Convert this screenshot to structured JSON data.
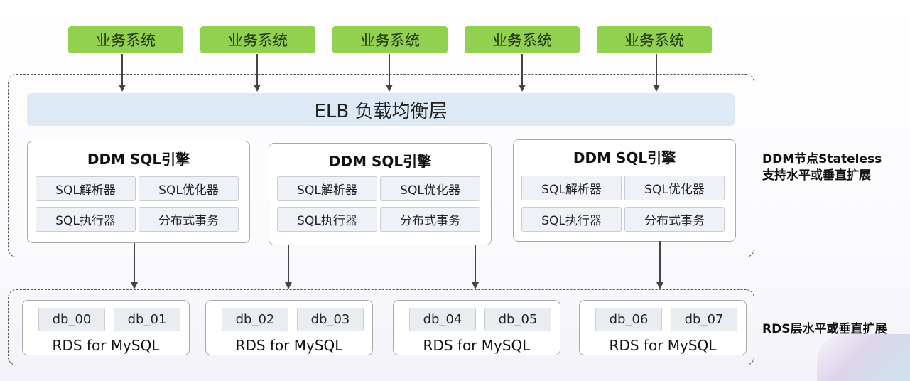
{
  "business_systems": [
    "业务系统",
    "业务系统",
    "业务系统",
    "业务系统",
    "业务系统"
  ],
  "elb_label": "ELB 负载均衡层",
  "engines": [
    {
      "title": "DDM SQL引擎",
      "cells": [
        "SQL解析器",
        "SQL优化器",
        "SQL执行器",
        "分布式事务"
      ]
    },
    {
      "title": "DDM SQL引擎",
      "cells": [
        "SQL解析器",
        "SQL优化器",
        "SQL执行器",
        "分布式事务"
      ]
    },
    {
      "title": "DDM SQL引擎",
      "cells": [
        "SQL解析器",
        "SQL优化器",
        "SQL执行器",
        "分布式事务"
      ]
    }
  ],
  "ddm_note": [
    "DDM节点Stateless",
    "支持水平或垂直扩展"
  ],
  "rds_instances": [
    {
      "dbs": [
        "db_00",
        "db_01"
      ],
      "label": "RDS for MySQL"
    },
    {
      "dbs": [
        "db_02",
        "db_03"
      ],
      "label": "RDS for MySQL"
    },
    {
      "dbs": [
        "db_04",
        "db_05"
      ],
      "label": "RDS for MySQL"
    },
    {
      "dbs": [
        "db_06",
        "db_07"
      ],
      "label": "RDS for MySQL"
    }
  ],
  "rds_note": "RDS层水平或垂直扩展",
  "colors": {
    "business": "#92d050",
    "elb": "#dde9f5",
    "cell": "#eef1f6",
    "border": "#555555"
  }
}
